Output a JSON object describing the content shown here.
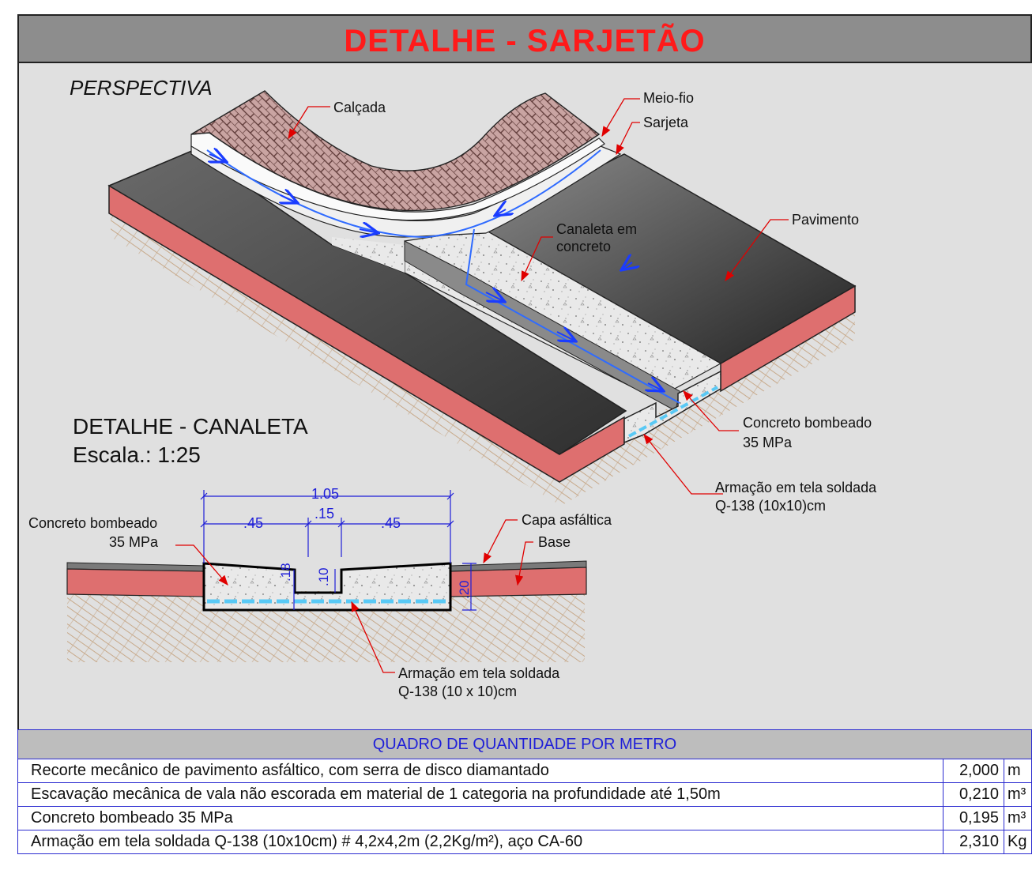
{
  "title": "DETALHE - SARJETÃO",
  "colors": {
    "title": "#ff1a1a",
    "banner": "#8d8d8d",
    "table_header_text": "#1e1ed8",
    "water": "#2f6bff",
    "base": "#de6f6f",
    "leader": "#e00000"
  },
  "perspective": {
    "heading": "PERSPECTIVA",
    "labels": {
      "calcada": "Calçada",
      "meio_fio": "Meio-fio",
      "sarjeta": "Sarjeta",
      "pavimento": "Pavimento",
      "canaleta_1": "Canaleta em",
      "canaleta_2": "concreto",
      "concreto_1": "Concreto bombeado",
      "concreto_2": "35 MPa",
      "armacao_1": "Armação em tela soldada",
      "armacao_2": "Q-138 (10x10)cm"
    }
  },
  "section": {
    "heading": "DETALHE - CANALETA",
    "scale": "Escala.: 1:25",
    "dims": {
      "total": "1.05",
      "left": ".45",
      "center": ".15",
      "right": ".45",
      "depth_left": ".18",
      "depth_center": ".10",
      "depth_right": ".20"
    },
    "labels": {
      "concreto_1": "Concreto bombeado",
      "concreto_2": "35 MPa",
      "capa": "Capa asfáltica",
      "base": "Base",
      "armacao_1": "Armação em tela soldada",
      "armacao_2": "Q-138 (10 x 10)cm"
    }
  },
  "table": {
    "header": "QUADRO DE QUANTIDADE POR METRO",
    "rows": [
      {
        "desc": "Recorte mecânico de pavimento asfáltico, com serra de disco diamantado",
        "qty": "2,000",
        "unit": "m"
      },
      {
        "desc": "Escavação mecânica de vala não escorada em material de 1 categoria na profundidade até 1,50m",
        "qty": "0,210",
        "unit": "m³"
      },
      {
        "desc": "Concreto bombeado 35 MPa",
        "qty": "0,195",
        "unit": "m³"
      },
      {
        "desc": "Armação em tela soldada Q-138 (10x10cm) # 4,2x4,2m (2,2Kg/m²), aço CA-60",
        "qty": "2,310",
        "unit": "Kg"
      }
    ]
  }
}
